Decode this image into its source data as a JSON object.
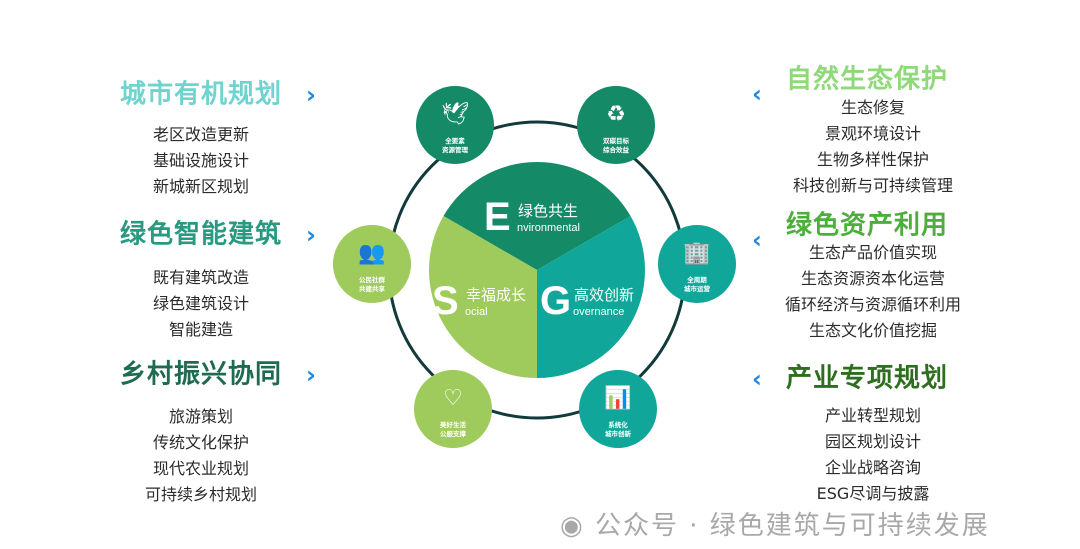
{
  "left": [
    {
      "heading": "城市有机规划",
      "color": "#6fd4cf",
      "items": [
        "老区改造更新",
        "基础设施设计",
        "新城新区规划"
      ]
    },
    {
      "heading": "绿色智能建筑",
      "color": "#289a82",
      "items": [
        "既有建筑改造",
        "绿色建筑设计",
        "智能建造"
      ]
    },
    {
      "heading": "乡村振兴协同",
      "color": "#1e6b52",
      "items": [
        "旅游策划",
        "传统文化保护",
        "现代农业规划",
        "可持续乡村规划"
      ]
    }
  ],
  "right": [
    {
      "heading": "自然生态保护",
      "color": "#8fd97a",
      "items": [
        "生态修复",
        "景观环境设计",
        "生物多样性保护",
        "科技创新与可持续管理"
      ]
    },
    {
      "heading": "绿色资产利用",
      "color": "#4caf3c",
      "items": [
        "生态产品价值实现",
        "生态资源资本化运营",
        "循环经济与资源循环利用",
        "生态文化价值挖掘"
      ]
    },
    {
      "heading": "产业专项规划",
      "color": "#2e6e1f",
      "items": [
        "产业转型规划",
        "园区规划设计",
        "企业战略咨询",
        "ESG尽调与披露"
      ]
    }
  ],
  "chevrons": {
    "right": "›",
    "left": "‹"
  },
  "pie": [
    {
      "letter": "E",
      "cn": "绿色共生",
      "en": "nvironmental",
      "color": "#148a66"
    },
    {
      "letter": "S",
      "cn": "幸福成长",
      "en": "ocial",
      "color": "#9fca5c"
    },
    {
      "letter": "G",
      "cn": "高效创新",
      "en": "overnance",
      "color": "#10a79a"
    }
  ],
  "nodes": [
    {
      "icon": "bird-icon",
      "l1": "全要素",
      "l2": "资源管理",
      "color": "#148a66"
    },
    {
      "icon": "leaf-cycle-icon",
      "l1": "双碳目标",
      "l2": "综合效益",
      "color": "#148a66"
    },
    {
      "icon": "people-icon",
      "l1": "公民社群",
      "l2": "共建共享",
      "color": "#9fca5c"
    },
    {
      "icon": "buildings-icon",
      "l1": "全周期",
      "l2": "城市运营",
      "color": "#10a79a"
    },
    {
      "icon": "heart-hand-icon",
      "l1": "美好生活",
      "l2": "公服支撑",
      "color": "#9fca5c"
    },
    {
      "icon": "city-system-icon",
      "l1": "系统化",
      "l2": "城市创新",
      "color": "#10a79a"
    }
  ],
  "watermark": "公众号 · 绿色建筑与可持续发展"
}
